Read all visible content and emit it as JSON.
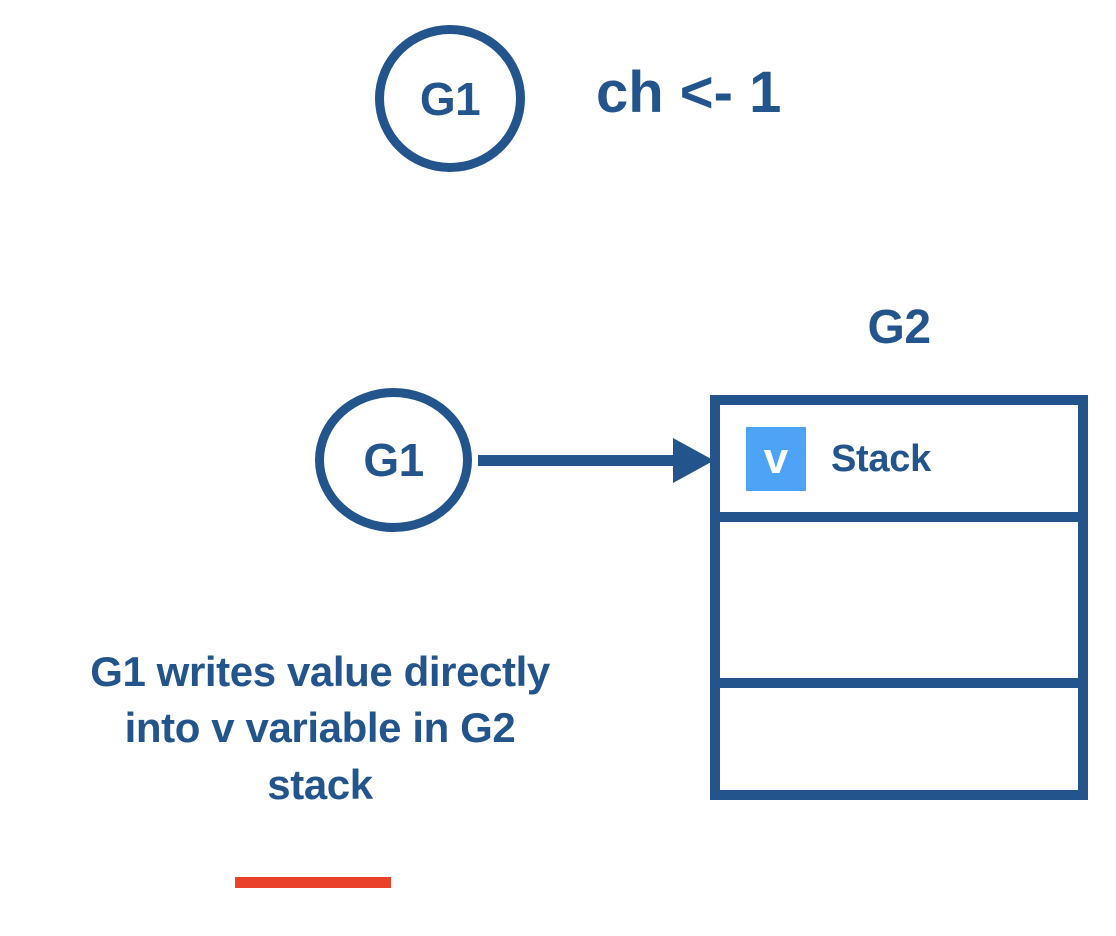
{
  "diagram": {
    "title": "G1 writes value directly into v variable in G2 stack",
    "colors": {
      "primary_blue": "#23548C",
      "badge_blue": "#4DA3F5",
      "underline_red": "#E8422A",
      "background": "#ffffff"
    }
  },
  "top_section": {
    "goroutine_label": "G1",
    "expression": "ch <- 1"
  },
  "bottom_section": {
    "goroutine_label": "G1",
    "arrow_icon": "right-arrow-icon"
  },
  "stack_panel": {
    "title": "G2",
    "rows": [
      {
        "badge": "v",
        "label": "Stack"
      },
      {
        "badge": "",
        "label": ""
      },
      {
        "badge": "",
        "label": ""
      }
    ]
  },
  "caption": {
    "lines": [
      "G1 writes value directly",
      "into v variable in G2",
      "stack"
    ]
  }
}
